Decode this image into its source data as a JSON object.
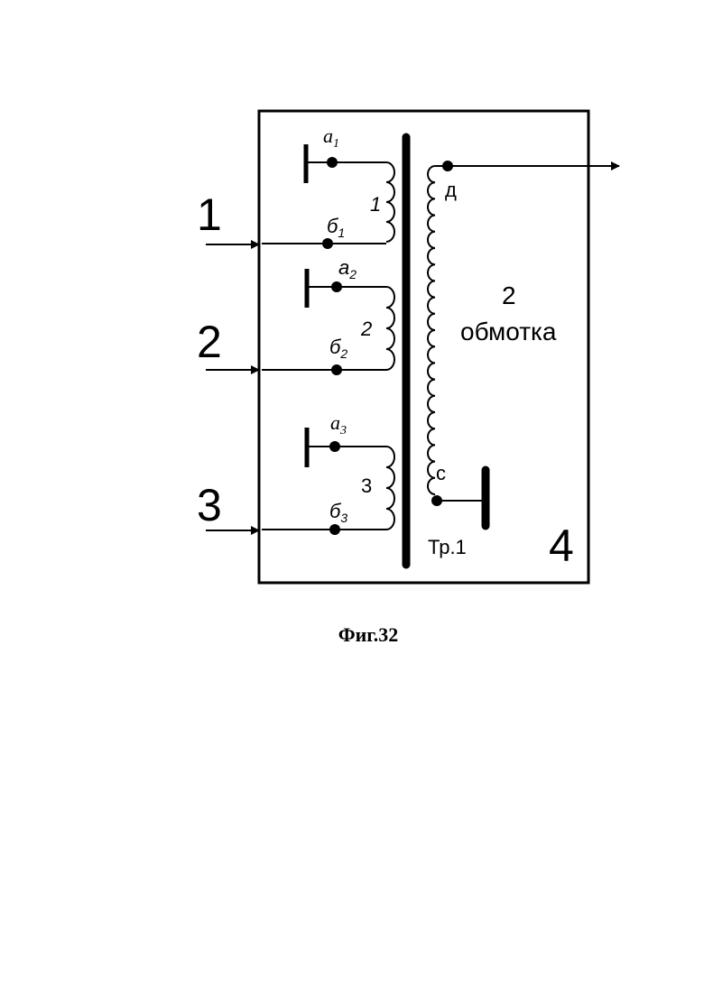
{
  "inputs": {
    "in1": "1",
    "in2": "2",
    "in3": "3"
  },
  "box_label": "4",
  "core_label": "Тр.1",
  "primary": {
    "w1": {
      "top_base": "a",
      "top_sub": "1",
      "bottom_base": "б",
      "bottom_sub": "1",
      "winding": "1"
    },
    "w2": {
      "top_base": "a",
      "top_sub": "2",
      "bottom_base": "б",
      "bottom_sub": "2",
      "winding": "2"
    },
    "w3": {
      "top_base": "a",
      "top_sub": "3",
      "bottom_base": "б",
      "bottom_sub": "3",
      "winding": "3"
    }
  },
  "secondary": {
    "top_terminal": "д",
    "bottom_terminal": "с",
    "label_num": "2",
    "label_text": "обмотка"
  },
  "caption": "Фиг.32"
}
